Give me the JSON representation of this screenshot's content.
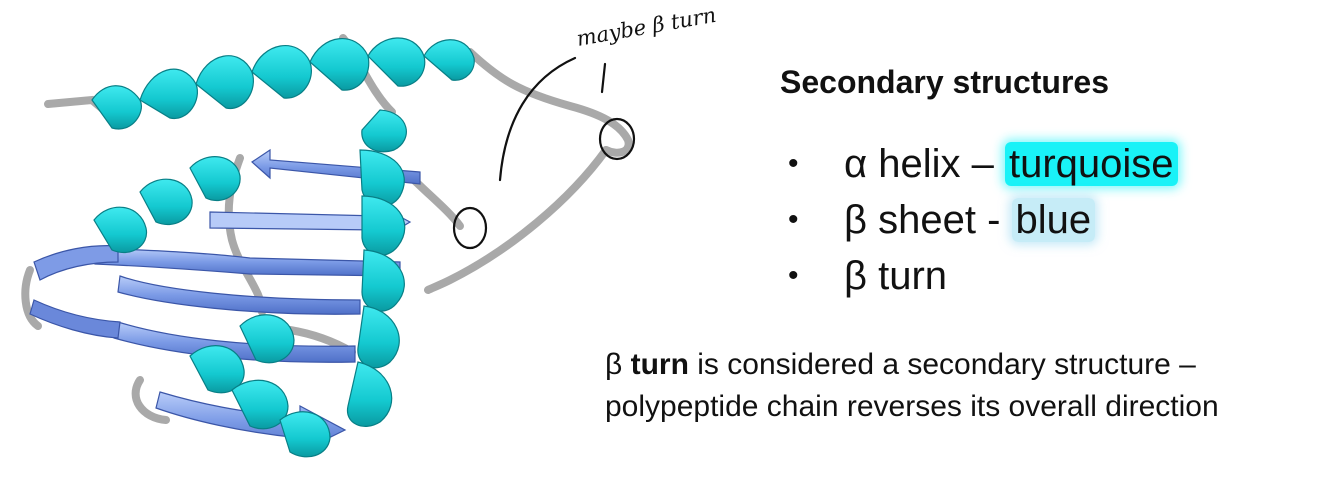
{
  "annotation": {
    "text": "maybe β turn"
  },
  "heading": "Secondary structures",
  "bullets": [
    {
      "symbol": "•",
      "prefix": "α helix – ",
      "highlight": "turquoise",
      "highlight_color": "#19f2f7"
    },
    {
      "symbol": "•",
      "prefix": "β sheet - ",
      "highlight": "blue",
      "highlight_color": "#c6ecf7"
    },
    {
      "symbol": "•",
      "prefix": "β turn",
      "highlight": ""
    }
  ],
  "note": {
    "prefix": "β ",
    "bold": "turn",
    "line1_rest": " is considered a secondary structure –",
    "line2": "polypeptide chain reverses its overall direction"
  },
  "colors": {
    "helix": "#14c9d0",
    "helix_shade": "#0b8e95",
    "sheet": "#6c8fe0",
    "sheet_light": "#aac3f7",
    "coil": "#b8b8b8"
  }
}
